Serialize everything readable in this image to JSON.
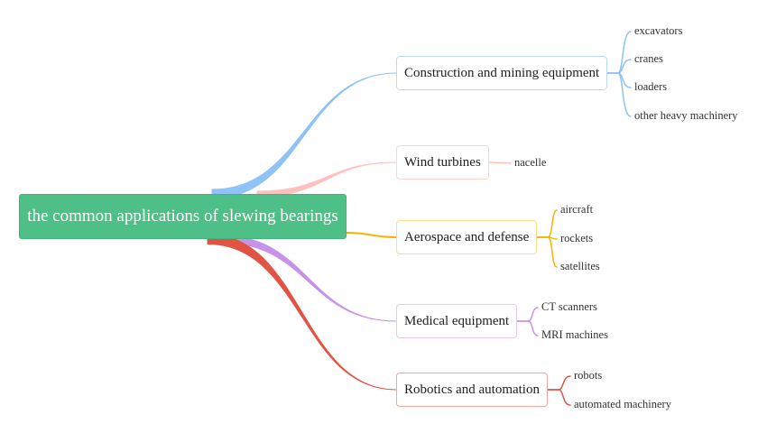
{
  "root": {
    "label": "the common applications of slewing bearings",
    "color": "#4fbf88"
  },
  "branches": [
    {
      "label": "Construction and mining equipment",
      "color": "#8fc3f7",
      "border": "#b9d9fb",
      "children": [
        "excavators",
        "cranes",
        "loaders",
        "other heavy machinery"
      ]
    },
    {
      "label": "Wind turbines",
      "color": "#ffc0c0",
      "border": "#ffd3d3",
      "children": [
        "nacelle"
      ]
    },
    {
      "label": "Aerospace and defense",
      "color": "#f5b400",
      "border": "#ffdc8a",
      "children": [
        "aircraft",
        "rockets",
        "satellites"
      ]
    },
    {
      "label": "Medical equipment",
      "color": "#c793e8",
      "border": "#e3c8f5",
      "children": [
        "CT scanners",
        "MRI machines"
      ]
    },
    {
      "label": "Robotics and automation",
      "color": "#e05444",
      "border": "#f1a79e",
      "children": [
        "robots",
        "automated machinery"
      ]
    }
  ]
}
